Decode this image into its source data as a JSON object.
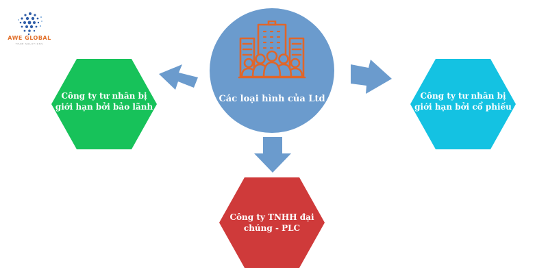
{
  "logo": {
    "name": "AWE GLOBAL",
    "tagline": "TEAM SOLUTIONS",
    "accent_color": "#e2722e",
    "dot_color": "#2f5da8"
  },
  "center": {
    "label": "Các loại hình của Ltd",
    "icon": "building-people-icon",
    "color": "#6b9bcd",
    "icon_color": "#e0662a"
  },
  "nodes": [
    {
      "label_line1": "Công ty tư nhân bị",
      "label_line2": "giới hạn bởi bảo lãnh",
      "color": "#17c25a"
    },
    {
      "label_line1": "Công ty tư nhân bị",
      "label_line2": "giới hạn bởi cổ phiếu",
      "color": "#14c2e2"
    },
    {
      "label_line1": "Công ty TNHH đại",
      "label_line2": "chúng - PLC",
      "color": "#cf3a3a"
    }
  ],
  "arrow_color": "#6b9bcd"
}
